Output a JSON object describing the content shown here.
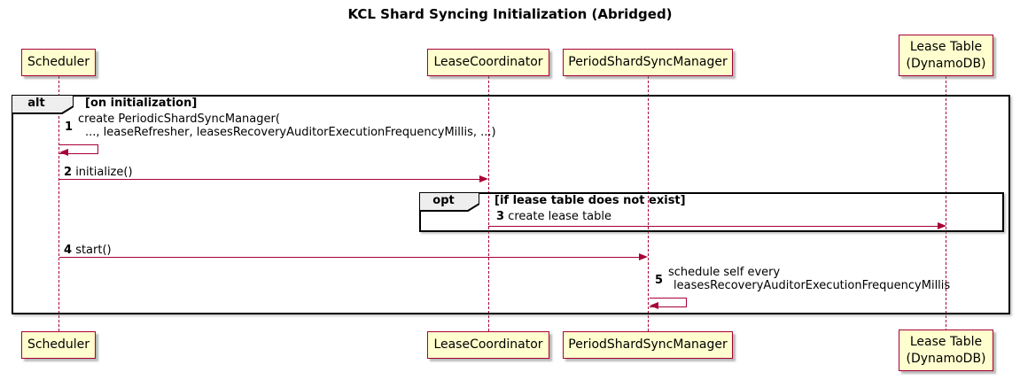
{
  "title": "KCL Shard Syncing Initialization (Abridged)",
  "colors": {
    "participant_fill": "#FEFECE",
    "participant_border": "#A80036",
    "message_line": "#A80036",
    "frame_border": "#000000",
    "frame_label_fill": "#EEEEEE",
    "text": "#000000",
    "background": "#FFFFFF"
  },
  "participants": [
    {
      "name": "Scheduler"
    },
    {
      "name": "LeaseCoordinator"
    },
    {
      "name": "PeriodShardSyncManager"
    },
    {
      "name_line1": "Lease Table",
      "name_line2": "(DynamoDB)"
    }
  ],
  "frames": {
    "alt": {
      "operator": "alt",
      "condition": "[on initialization]"
    },
    "opt": {
      "operator": "opt",
      "condition": "[if lease table does not exist]"
    }
  },
  "messages": {
    "m1": {
      "num": "1",
      "line1": "create PeriodicShardSyncManager(",
      "line2": "..., leaseRefresher, leasesRecoveryAuditorExecutionFrequencyMillis, ...)"
    },
    "m2": {
      "num": "2",
      "label": "initialize()"
    },
    "m3": {
      "num": "3",
      "label": "create lease table"
    },
    "m4": {
      "num": "4",
      "label": "start()"
    },
    "m5": {
      "num": "5",
      "line1": "schedule self every",
      "line2": "leasesRecoveryAuditorExecutionFrequencyMillis"
    }
  }
}
